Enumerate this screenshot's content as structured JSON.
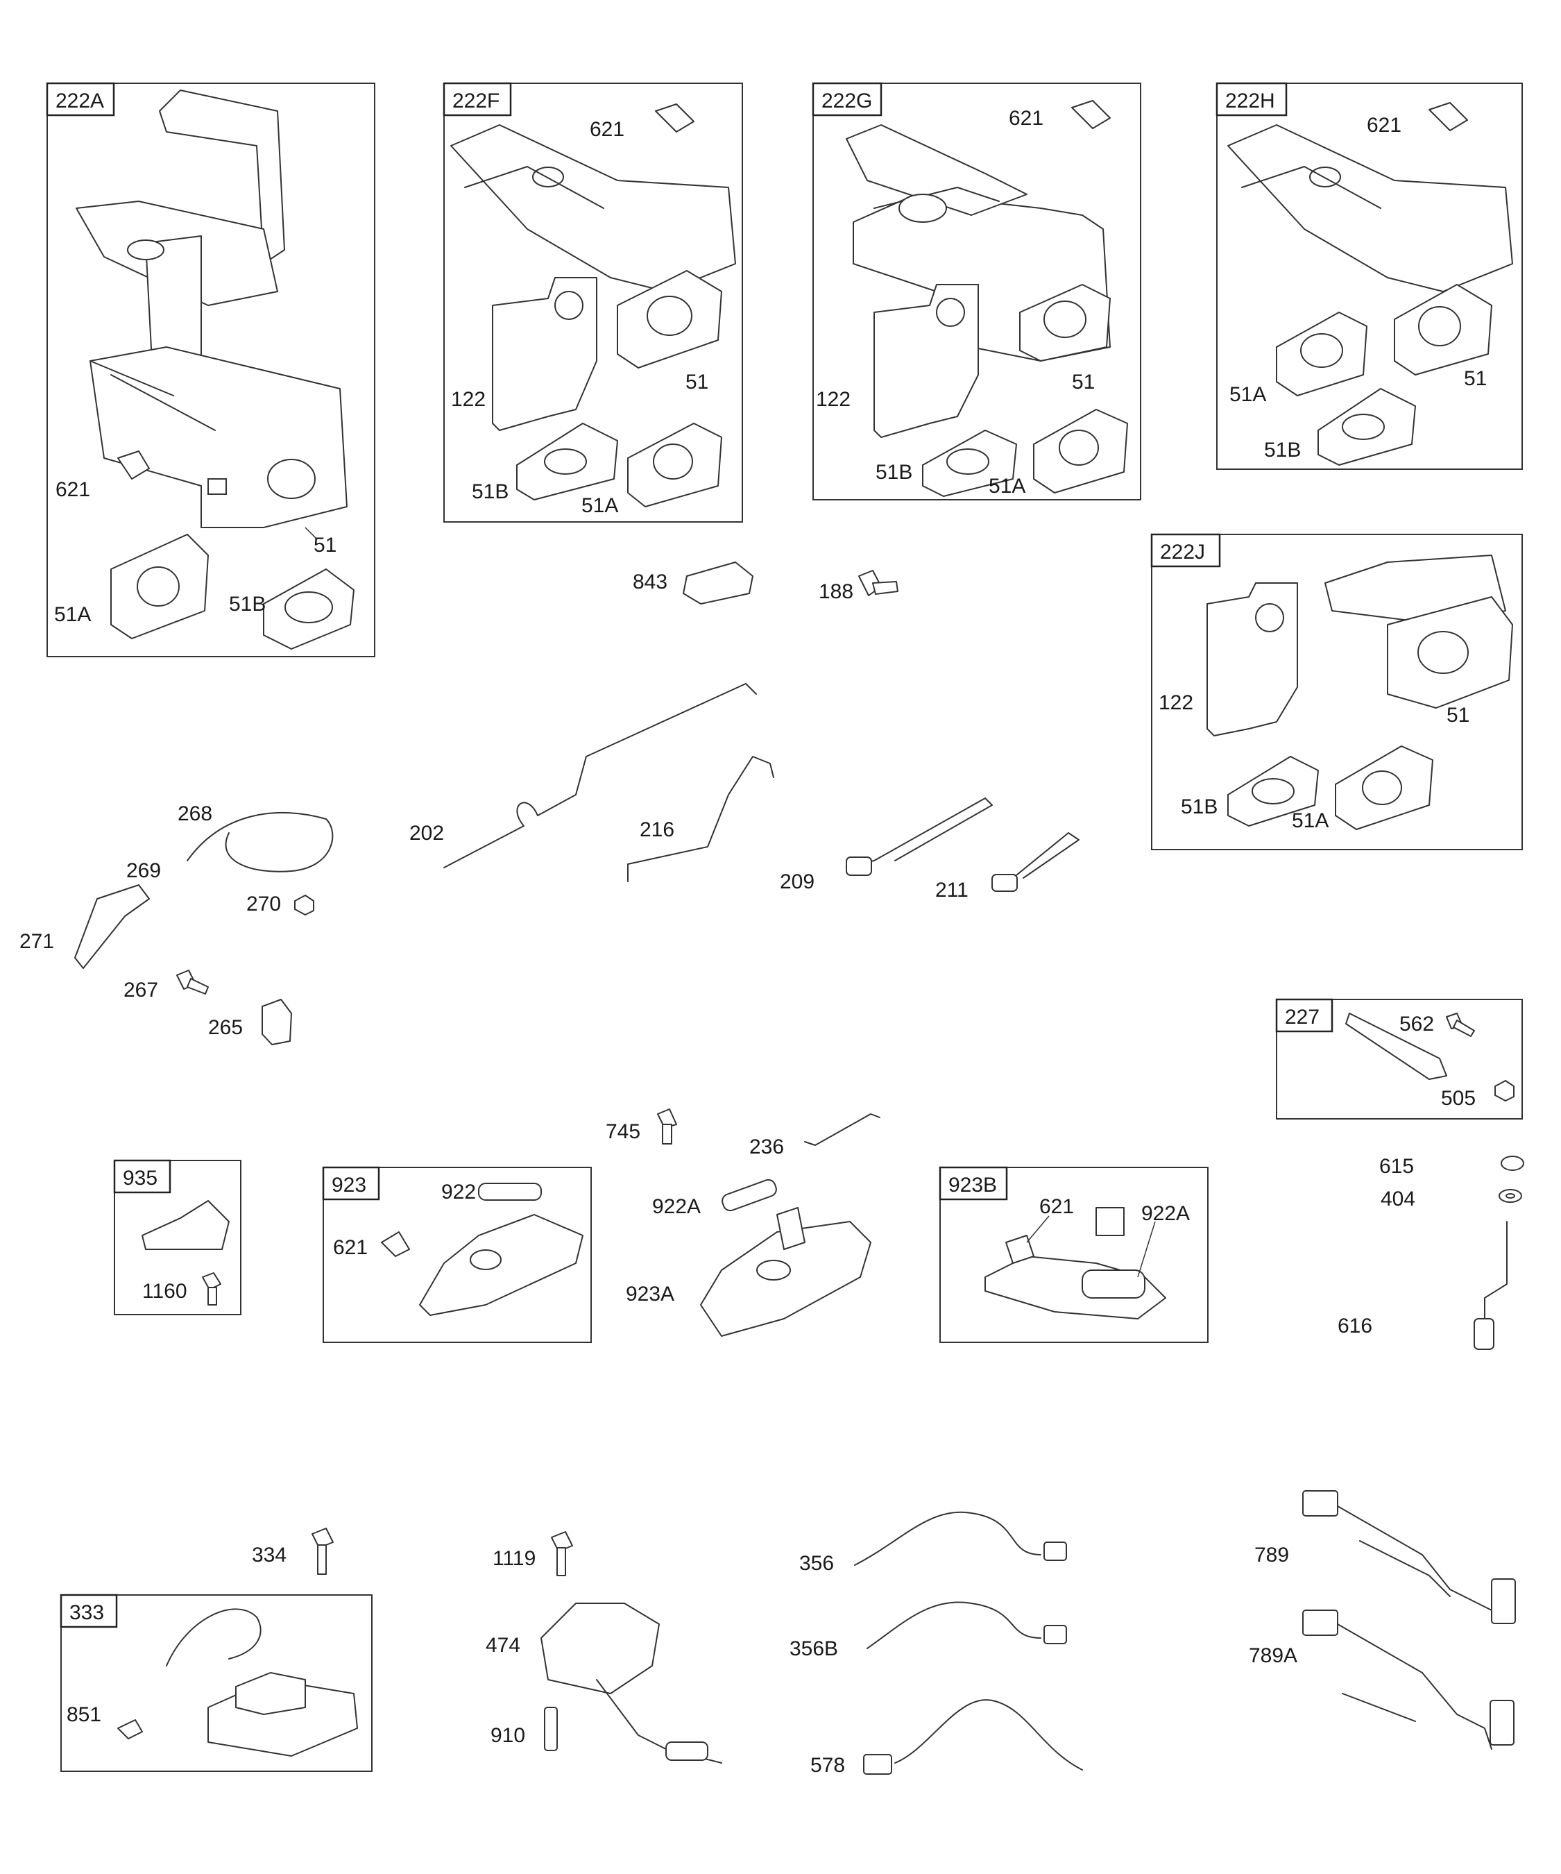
{
  "groups": {
    "g222A": "222A",
    "g222F": "222F",
    "g222G": "222G",
    "g222H": "222H",
    "g222J": "222J",
    "g227": "227",
    "g935": "935",
    "g923": "923",
    "g923B": "923B",
    "g333": "333"
  },
  "labels": {
    "l222A_621": "621",
    "l222A_51": "51",
    "l222A_51A": "51A",
    "l222A_51B": "51B",
    "l222F_621": "621",
    "l222F_122": "122",
    "l222F_51": "51",
    "l222F_51B": "51B",
    "l222F_51A": "51A",
    "l222G_621": "621",
    "l222G_122": "122",
    "l222G_51": "51",
    "l222G_51B": "51B",
    "l222G_51A": "51A",
    "l222H_621": "621",
    "l222H_51A": "51A",
    "l222H_51": "51",
    "l222H_51B": "51B",
    "l222J_122": "122",
    "l222J_51": "51",
    "l222J_51B": "51B",
    "l222J_51A": "51A",
    "l843": "843",
    "l188": "188",
    "l268": "268",
    "l269": "269",
    "l270": "270",
    "l271": "271",
    "l267": "267",
    "l265": "265",
    "l202": "202",
    "l216": "216",
    "l209": "209",
    "l211": "211",
    "l227_562": "562",
    "l227_505": "505",
    "l745": "745",
    "l236": "236",
    "l935_1160": "1160",
    "l923_922": "922",
    "l923_621": "621",
    "l922A": "922A",
    "l923A": "923A",
    "l923B_621": "621",
    "l923B_922A": "922A",
    "l615": "615",
    "l404": "404",
    "l616": "616",
    "l334": "334",
    "l851": "851",
    "l1119": "1119",
    "l474": "474",
    "l910": "910",
    "l356": "356",
    "l356B": "356B",
    "l578": "578",
    "l789": "789",
    "l789A": "789A"
  }
}
